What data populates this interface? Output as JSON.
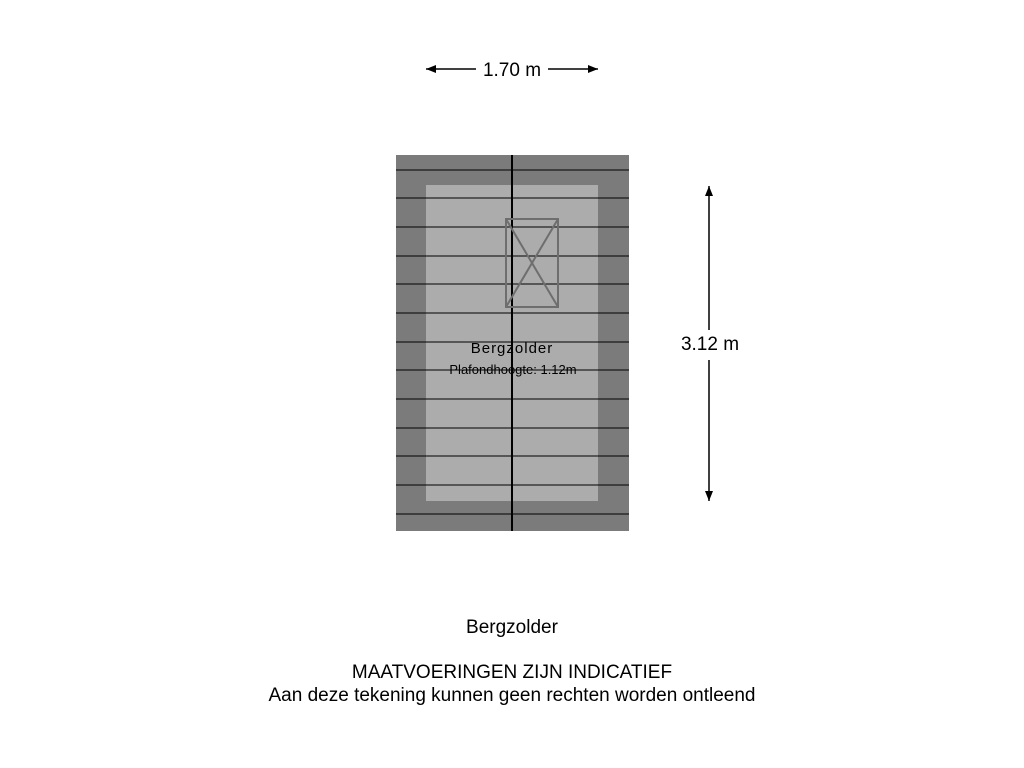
{
  "dimensions": {
    "width_label": "1.70 m",
    "height_label": "3.12 m"
  },
  "room": {
    "name": "Bergzolder",
    "ceiling_height": "Plafondhoogte: 1.12m"
  },
  "floor": {
    "title": "Bergzolder"
  },
  "disclaimer": {
    "heading": "MAATVOERINGEN ZIJN INDICATIEF",
    "text": "Aan deze tekening kunnen geen rechten worden ontleend"
  },
  "colors": {
    "roof_slope": "#7b7b7b",
    "usable_floor": "#acacac",
    "lines": "#000000",
    "hatch_stroke": "#6e6e6e"
  }
}
